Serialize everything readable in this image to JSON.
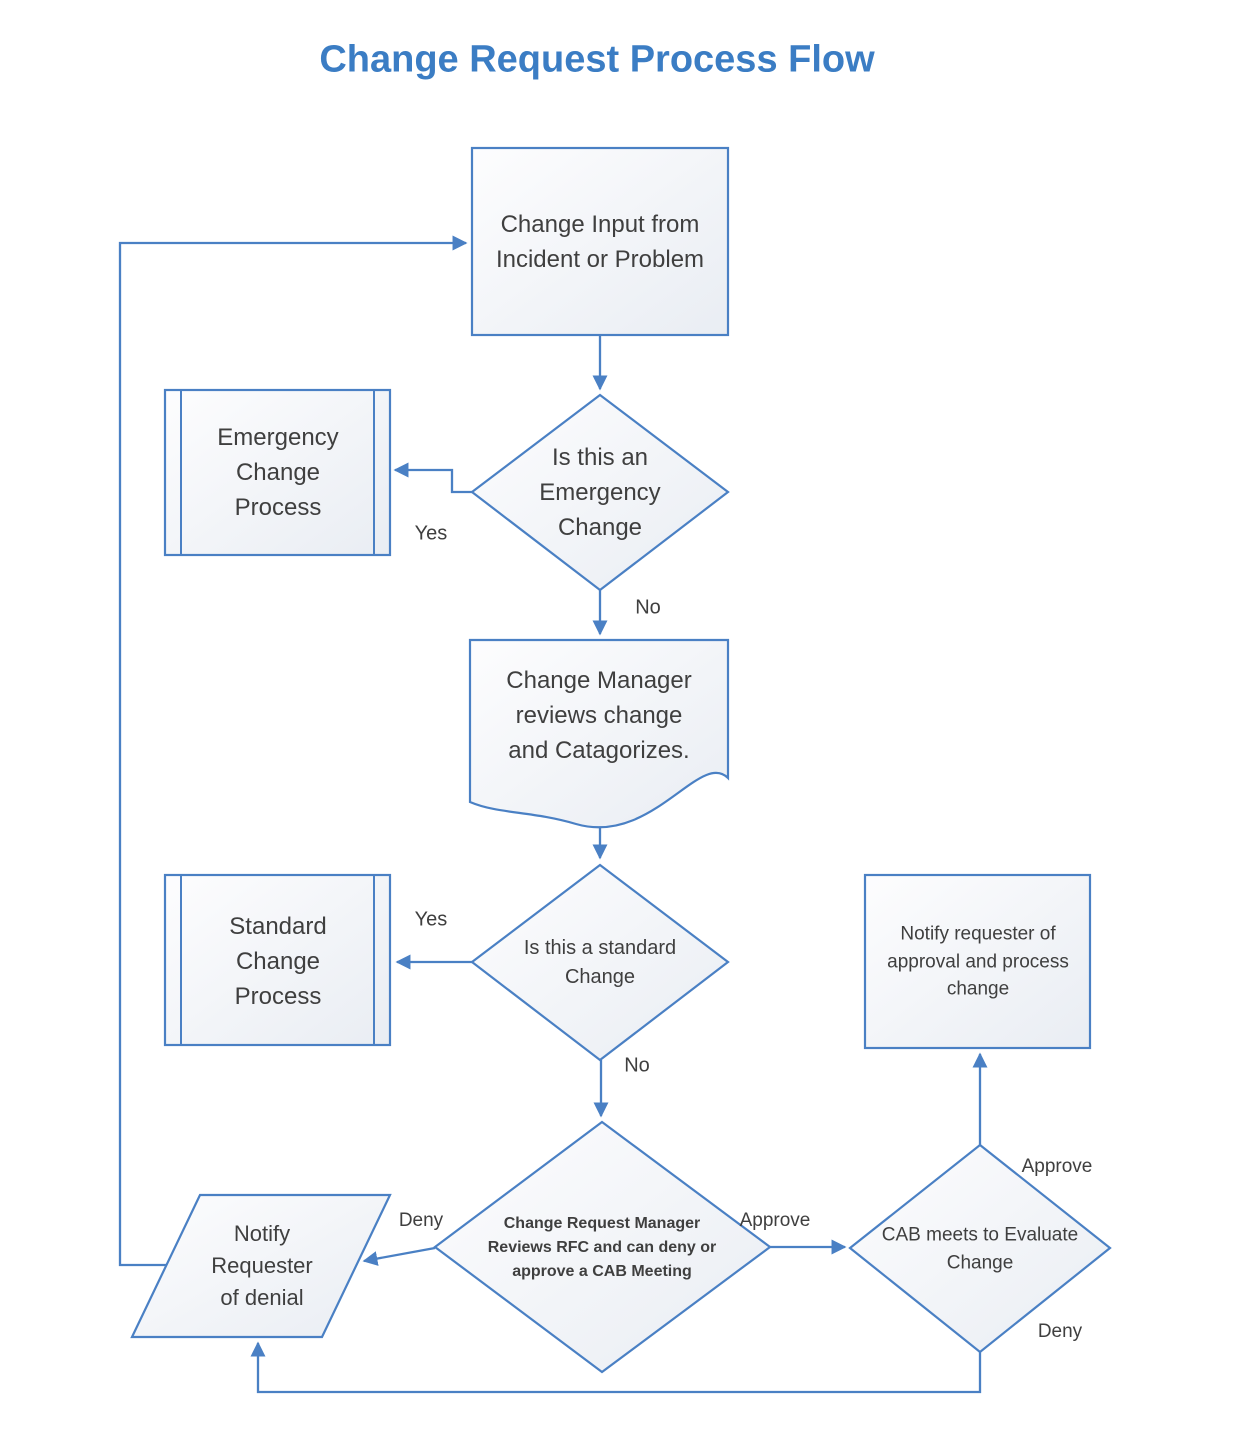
{
  "title": "Change Request Process Flow",
  "nodes": {
    "change_input": "Change Input from Incident or Problem",
    "emergency_decision": "Is this an Emergency Change",
    "emergency_process": "Emergency Change Process",
    "change_manager": "Change Manager reviews change and Catagorizes.",
    "standard_decision": "Is this a standard Change",
    "standard_process": "Standard Change Process",
    "notify_approval": "Notify requester of approval and process change",
    "crm_decision": "Change Request Manager Reviews RFC and can deny or approve a CAB Meeting",
    "notify_denial": "Notify Requester of denial",
    "cab_decision": "CAB meets to Evaluate Change"
  },
  "edge_labels": {
    "emergency_yes": "Yes",
    "emergency_no": "No",
    "standard_yes": "Yes",
    "standard_no": "No",
    "crm_deny": "Deny",
    "crm_approve": "Approve",
    "cab_approve": "Approve",
    "cab_deny": "Deny"
  },
  "colors": {
    "line": "#4a80c4",
    "title": "#3b7dc4",
    "text": "#3f3f3f"
  }
}
